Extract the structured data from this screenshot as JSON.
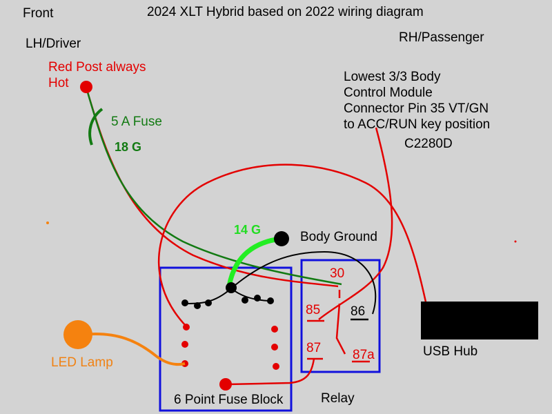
{
  "title": "2024 XLT Hybrid based on 2022 wiring diagram",
  "orientation": {
    "front": "Front",
    "left": "LH/Driver",
    "right": "RH/Passenger"
  },
  "red_post": {
    "line1": "Red Post always",
    "line2": "Hot"
  },
  "fuse": {
    "label": "5 A Fuse",
    "gauge": "18 G"
  },
  "bcm": {
    "line1": "Lowest 3/3 Body",
    "line2": "Control Module",
    "line3": "Connector Pin 35 VT/GN",
    "line4": "to ACC/RUN key position",
    "connector": "C2280D"
  },
  "ground": {
    "gauge": "14 G",
    "label": "Body Ground"
  },
  "relay": {
    "label": "Relay",
    "pins": [
      "30",
      "85",
      "86",
      "87",
      "87a"
    ]
  },
  "usb_hub": {
    "label": "USB Hub"
  },
  "led_lamp": {
    "label": "LED Lamp"
  },
  "fuse_block": {
    "label": "6 Point Fuse Block"
  },
  "colors": {
    "red_wire": "#e30000",
    "green_wire": "#127a12",
    "ground_wire": "#22ee22",
    "box_outline": "#1010dd",
    "lamp": "#f5820f",
    "background": "#d3d3d3"
  }
}
